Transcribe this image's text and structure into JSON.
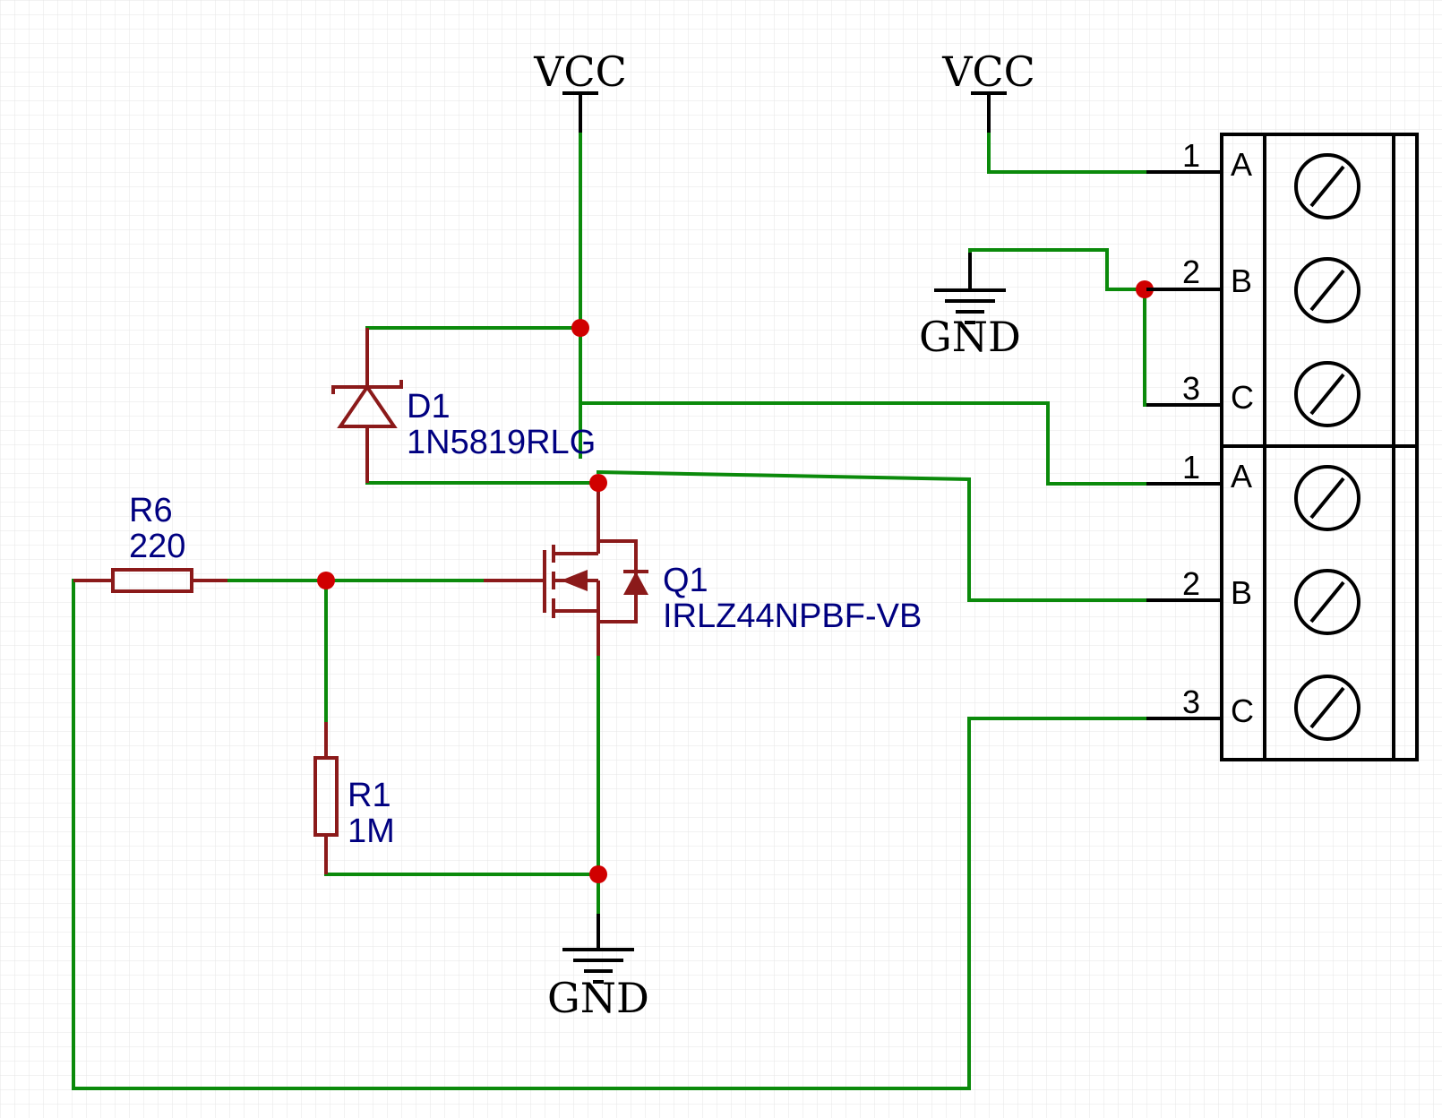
{
  "power": {
    "vcc_label": "VCC",
    "gnd_label": "GND"
  },
  "components": {
    "d1": {
      "designator": "D1",
      "value": "1N5819RLG"
    },
    "r6": {
      "designator": "R6",
      "value": "220"
    },
    "q1": {
      "designator": "Q1",
      "value": "IRLZ44NPBF-VB"
    },
    "r1": {
      "designator": "R1",
      "value": "1M"
    }
  },
  "connectors": {
    "top": {
      "pins": [
        {
          "num": "1",
          "name": "A"
        },
        {
          "num": "2",
          "name": "B"
        },
        {
          "num": "3",
          "name": "C"
        }
      ]
    },
    "bottom": {
      "pins": [
        {
          "num": "1",
          "name": "A"
        },
        {
          "num": "2",
          "name": "B"
        },
        {
          "num": "3",
          "name": "C"
        }
      ]
    }
  },
  "colors": {
    "wire": "#0b8a0b",
    "component": "#8b1a1a",
    "junction": "#d00000",
    "label": "#000080"
  }
}
